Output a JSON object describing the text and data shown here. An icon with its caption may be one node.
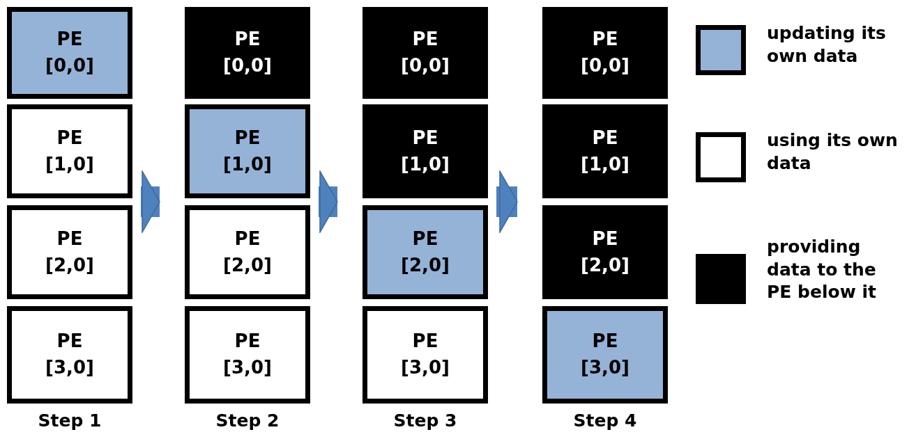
{
  "diagram": {
    "nodes": [
      {
        "text": [
          "PE [0,0]"
        ]
      },
      {
        "text": [
          "PE [1,0]"
        ]
      },
      {
        "text": [
          "PE [2,0]"
        ]
      },
      {
        "text": [
          "PE [3,0]"
        ]
      },
      {
        "text": [
          "PE [0,0]"
        ]
      },
      {
        "text": [
          "PE [1,0]"
        ]
      },
      {
        "text": [
          "PE [2,0]"
        ]
      },
      {
        "text": [
          "PE [3,0]"
        ]
      },
      {
        "text": [
          "PE [0,0]"
        ]
      },
      {
        "text": [
          "PE [1,0]"
        ]
      },
      {
        "text": [
          "PE [2,0]"
        ]
      },
      {
        "text": [
          "PE [3,0]"
        ]
      },
      {
        "text": [
          "PE [0,0]"
        ]
      },
      {
        "text": [
          "PE [1,0]"
        ]
      },
      {
        "text": [
          "PE [2,0]"
        ]
      },
      {
        "text": [
          "PE [3,0]"
        ]
      }
    ],
    "edges": [
      {
        "from": 1,
        "to": 5,
        "arrow": "to"
      },
      {
        "from": 5,
        "to": 9,
        "arrow": "to"
      },
      {
        "from": 9,
        "to": 13,
        "arrow": "to"
      }
    ],
    "labels": [
      "Step 1",
      "Step 2",
      "Step 3",
      "Step 4"
    ],
    "legend": [
      {
        "text": "updating its own data",
        "color": "#95b3d7"
      },
      {
        "text": "using its own data",
        "color": "#ffffff"
      },
      {
        "text": "providing data to the PE below it",
        "color": "#000000"
      }
    ]
  }
}
